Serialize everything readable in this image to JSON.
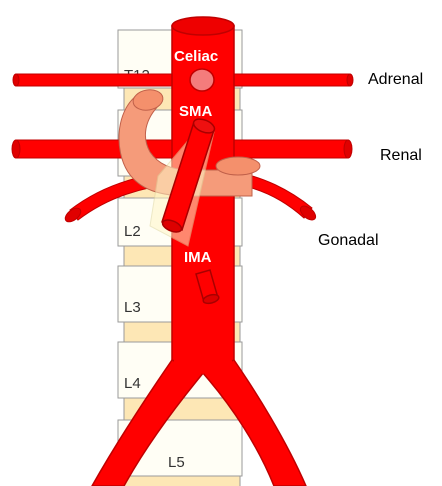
{
  "vertebrae": {
    "t12": "T12",
    "l2": "L2",
    "l3": "L3",
    "l4": "L4",
    "l5": "L5"
  },
  "arteries": {
    "celiac": "Celiac",
    "sma": "SMA",
    "ima": "IMA"
  },
  "side_labels": {
    "adrenal": "Adrenal",
    "renal": "Renal",
    "gonadal": "Gonadal"
  },
  "colors": {
    "artery": "#ff0000",
    "artery_outline": "#c00000",
    "vein": "#f59b7a",
    "vein_outline": "#c0604a",
    "vertebra_face": "#fffef5",
    "vertebra_disc": "#fde7b5",
    "vertebra_outline": "#9a9a9a"
  }
}
